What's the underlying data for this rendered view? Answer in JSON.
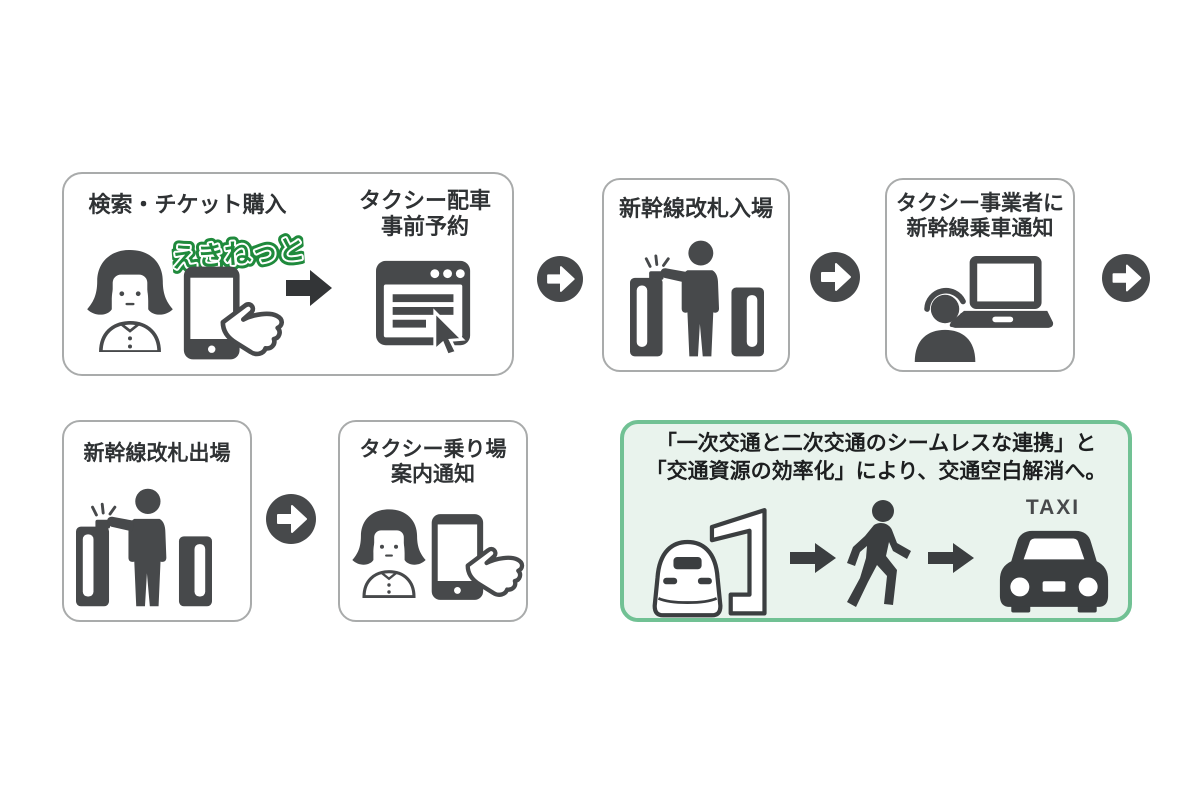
{
  "palette": {
    "icon_dark": "#47494b",
    "box_border_gray": "#a9abab",
    "title_text": "#2f3234",
    "ekinet_green": "#1f8a3c",
    "summary_border_green": "#71c194",
    "summary_bg_green": "#e9f3ed",
    "black_arrow": "#333537"
  },
  "step_search_purchase": {
    "title": "検索・チケット購入",
    "ekinet_logo": "えきねっと"
  },
  "step_taxi_reserve": {
    "title_line1": "タクシー配車",
    "title_line2": "事前予約"
  },
  "step_gate_entry": {
    "title": "新幹線改札入場"
  },
  "step_notify_operator": {
    "title_line1": "タクシー事業者に",
    "title_line2": "新幹線乗車通知"
  },
  "step_gate_exit": {
    "title": "新幹線改札出場"
  },
  "step_taxi_stand_guide": {
    "title_line1": "タクシー乗り場",
    "title_line2": "案内通知"
  },
  "summary": {
    "line1": "「一次交通と二次交通のシームレスな連携」と",
    "line2": "「交通資源の効率化」により、交通空白解消へ。",
    "taxi_sign": "TAXI"
  },
  "icons": {
    "woman-user-icon": "female customer pictogram",
    "smartphone-tap-icon": "smartphone with pointing hand",
    "arrow-right-icon": "solid black block arrow",
    "browser-reservation-icon": "browser window with cursor",
    "circle-arrow-icon": "dark circle with white right arrow",
    "ticket-gate-icon": "person tapping IC card at ticket gate",
    "operator-laptop-icon": "operator with headset at laptop",
    "shinkansen-platform-icon": "bullet train at platform (outline)",
    "walking-person-icon": "pedestrian pictogram",
    "taxi-icon": "taxi car front view",
    "block-arrow-icon": "dark block arrow"
  }
}
